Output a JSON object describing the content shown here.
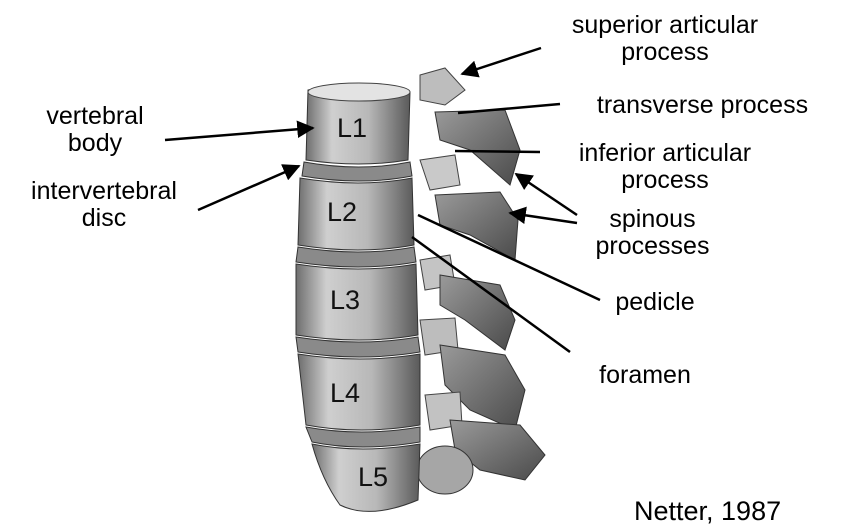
{
  "labels": {
    "superior_articular": [
      "superior articular",
      "process"
    ],
    "transverse": [
      "transverse process"
    ],
    "inferior_articular": [
      "inferior articular",
      "process"
    ],
    "spinous": [
      "spinous",
      "processes"
    ],
    "pedicle": [
      "pedicle"
    ],
    "foramen": [
      "foramen"
    ],
    "vertebral_body": [
      "vertebral",
      "body"
    ],
    "intervertebral_disc": [
      "intervertebral",
      "disc"
    ]
  },
  "vertebrae": [
    "L1",
    "L2",
    "L3",
    "L4",
    "L5"
  ],
  "credit": "Netter, 1987"
}
